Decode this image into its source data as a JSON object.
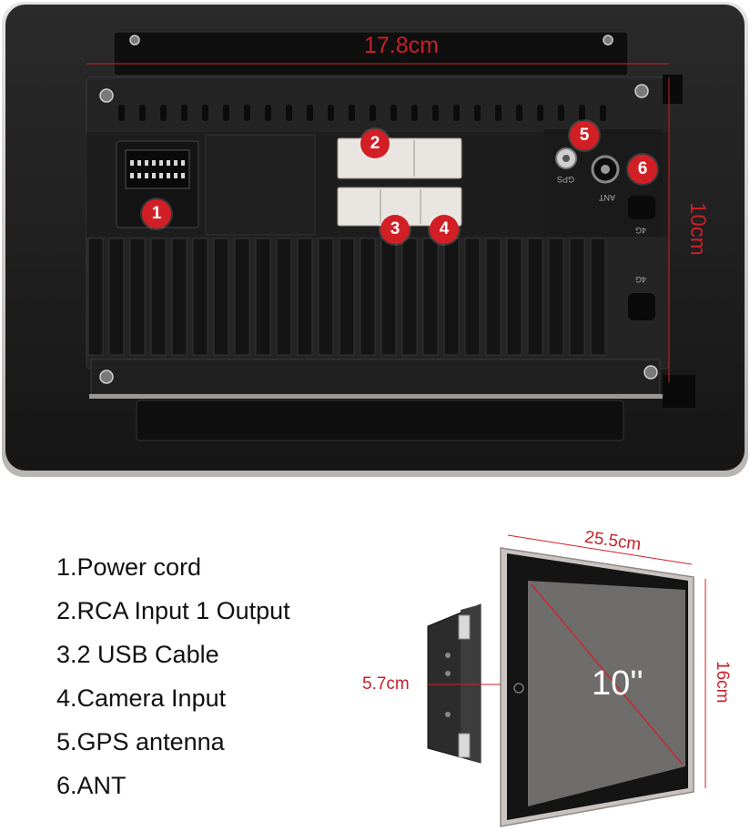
{
  "top_view": {
    "width_label": "17.8cm",
    "height_label": "10cm",
    "port_callouts": [
      "1",
      "2",
      "3",
      "4",
      "5",
      "6"
    ],
    "panel_text": {
      "gps": "GPS",
      "ant": "ANT",
      "port_4g": "4G",
      "port_4g_lower": "4G"
    }
  },
  "legend": {
    "items": [
      "1.Power cord",
      "2.RCA Input 1 Output",
      "3.2 USB Cable",
      "4.Camera Input",
      "5.GPS antenna",
      "6.ANT"
    ]
  },
  "device_view": {
    "width_label": "25.5cm",
    "height_label": "16cm",
    "depth_label": "5.7cm",
    "screen_size_label": "10''"
  },
  "colors": {
    "accent_red": "#d21f26",
    "panel_dark": "#1c1c1c",
    "frame_silver": "#c9c4c2"
  }
}
